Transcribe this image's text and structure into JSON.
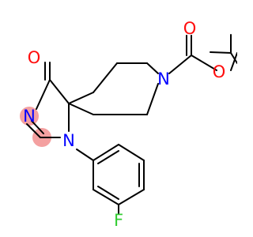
{
  "structure": {
    "atoms": {
      "oxygen_carbonyl_ring": {
        "symbol": "O",
        "color": "#ff0d0d"
      },
      "oxygen_carbonyl_boc": {
        "symbol": "O",
        "color": "#ff0d0d"
      },
      "oxygen_ester": {
        "symbol": "O",
        "color": "#ff0d0d"
      },
      "nitrogen_piperidine": {
        "symbol": "N",
        "color": "#0000ff"
      },
      "nitrogen_imine": {
        "symbol": "N",
        "color": "#0000ff"
      },
      "nitrogen_aryl": {
        "symbol": "N",
        "color": "#0000ff"
      },
      "fluorine": {
        "symbol": "F",
        "color": "#33cc33"
      }
    },
    "highlight_color": "#f4a0a0",
    "bond_color": "#000000"
  }
}
